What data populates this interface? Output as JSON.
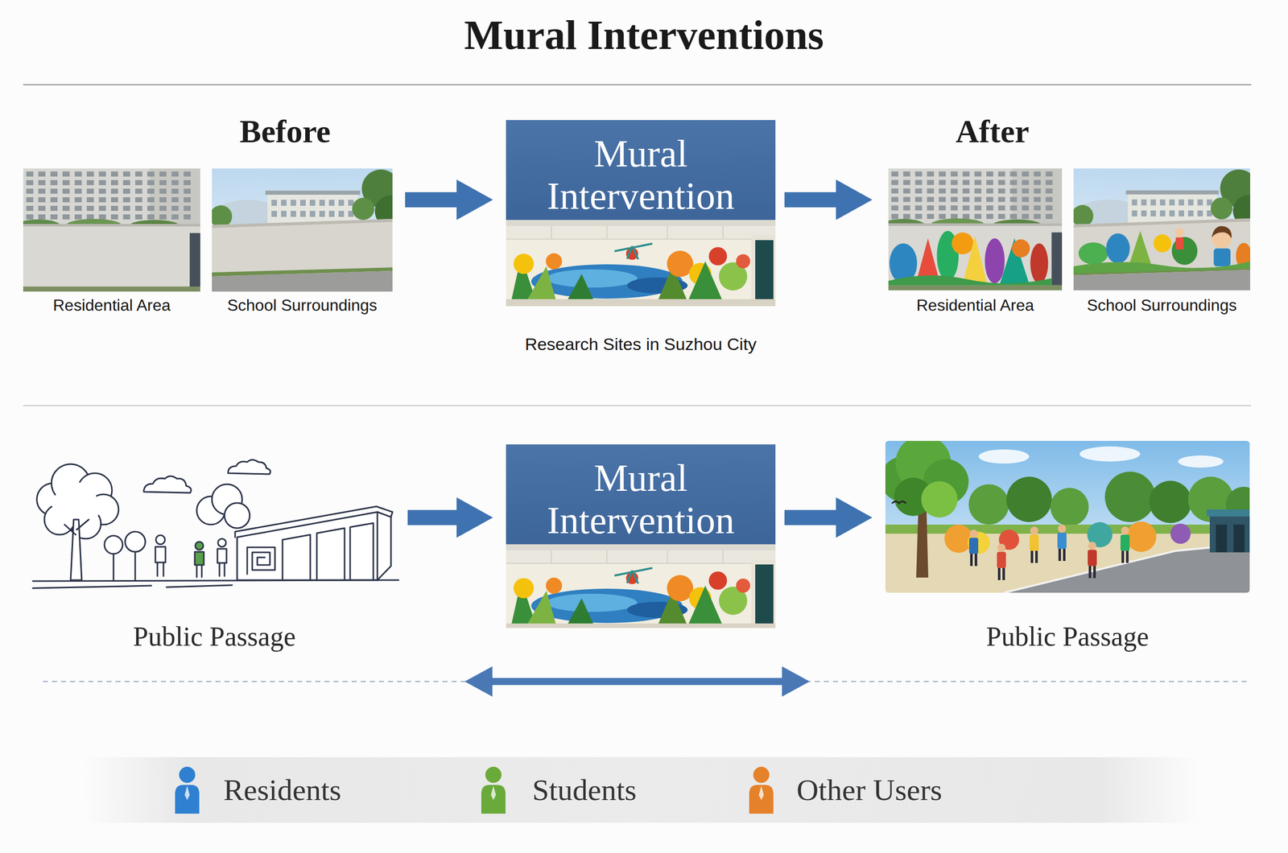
{
  "diagram": {
    "title": "Mural Interventions",
    "nodes": [
      {
        "text": [
          "Before"
        ]
      },
      {
        "text": [
          "Residential Area"
        ],
        "in": 0
      },
      {
        "text": [
          "School Surroundings"
        ],
        "in": 0
      },
      {
        "text": [
          "Mural Intervention",
          "Research Sites in Suzhou City"
        ]
      },
      {
        "text": [
          "After"
        ]
      },
      {
        "text": [
          "Residential Area"
        ],
        "in": 4
      },
      {
        "text": [
          "School Surroundings"
        ],
        "in": 4
      },
      {
        "text": [
          "Public Passage"
        ]
      },
      {
        "text": [
          "Mural Intervention"
        ]
      },
      {
        "text": [
          "Public Passage"
        ]
      }
    ],
    "edges": [
      {
        "from": 0,
        "to": 3,
        "arrow": "to"
      },
      {
        "from": 3,
        "to": 4,
        "arrow": "to"
      },
      {
        "from": 7,
        "to": 8,
        "arrow": "to"
      },
      {
        "from": 8,
        "to": 9,
        "arrow": "to"
      }
    ],
    "legend": [
      {
        "text": "Residents",
        "color": "#2f80d1"
      },
      {
        "text": "Students",
        "color": "#6aaa3a"
      },
      {
        "text": "Other Users",
        "color": "#e5812b"
      }
    ]
  }
}
